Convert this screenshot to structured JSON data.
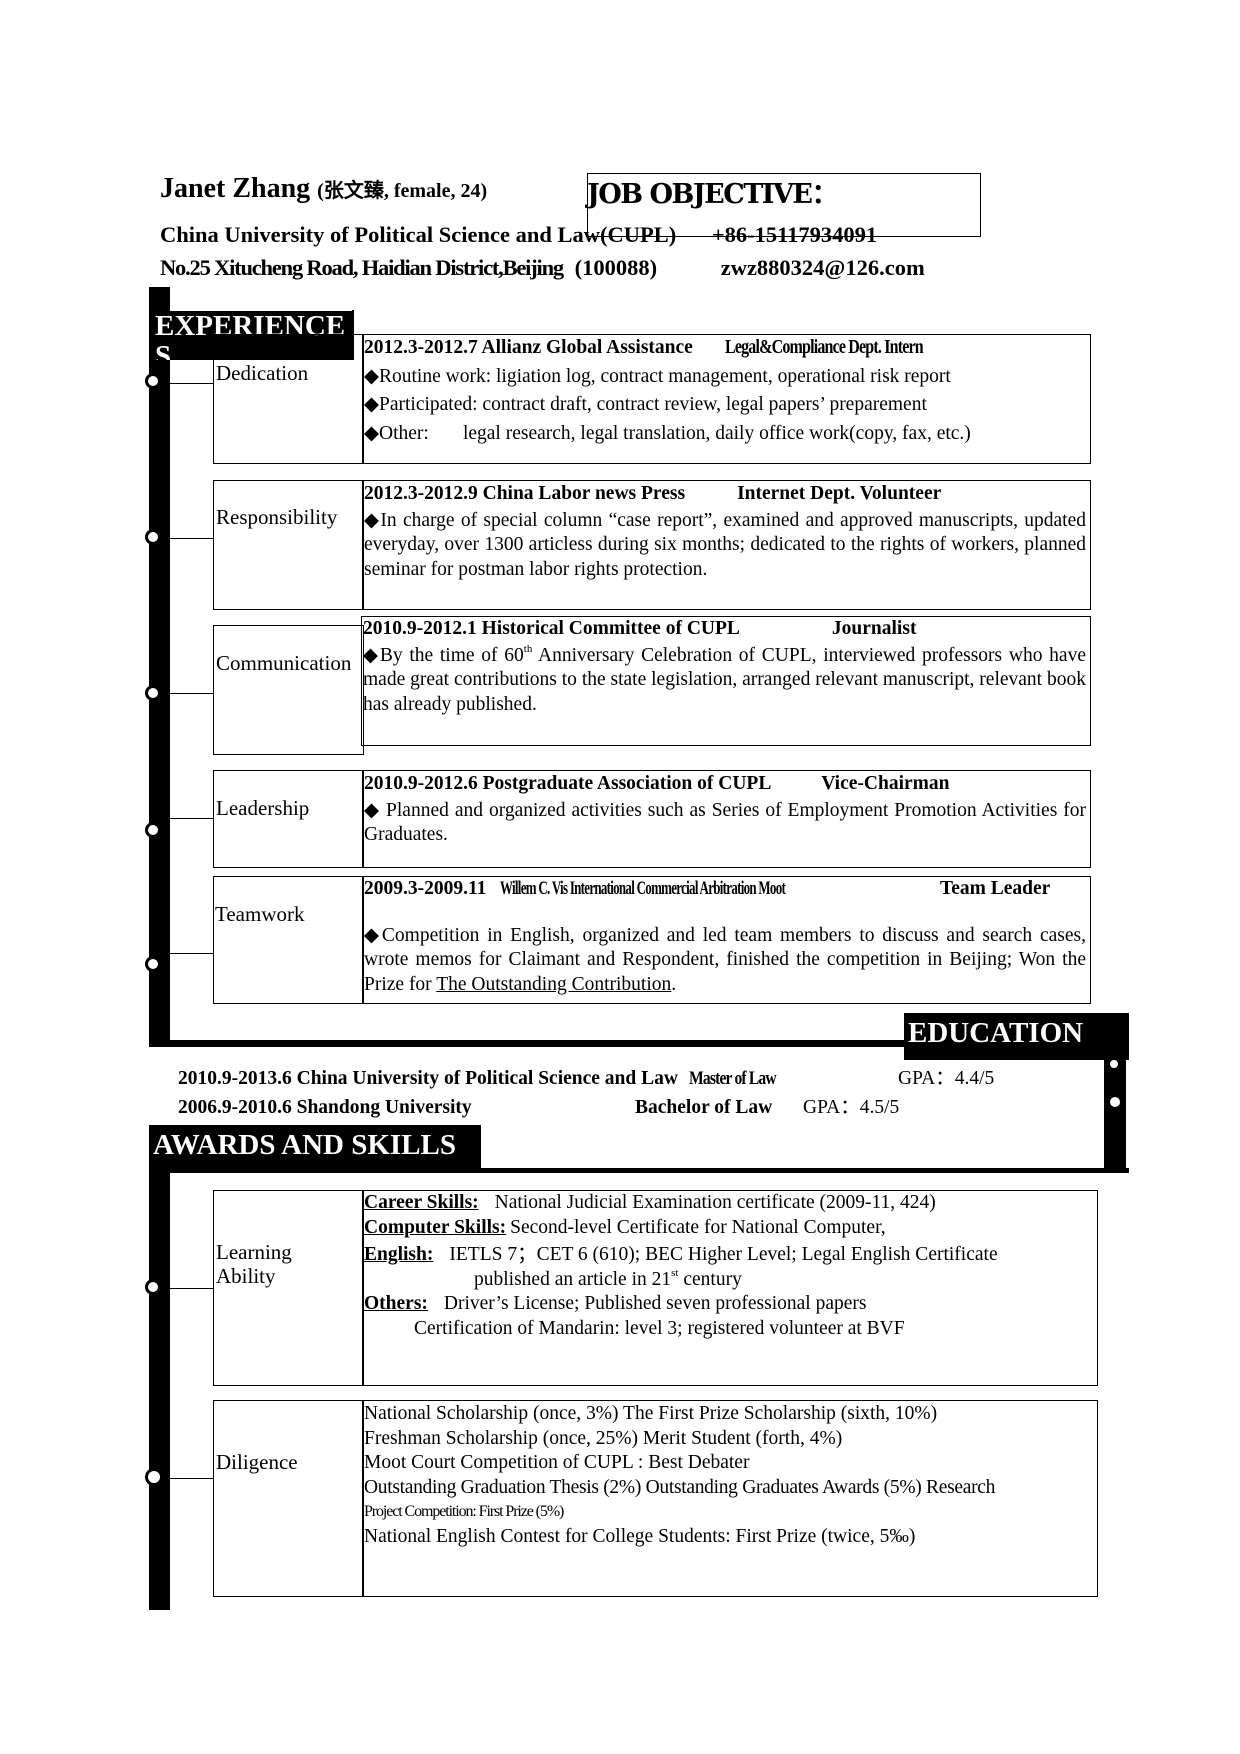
{
  "header": {
    "name": "Janet Zhang",
    "name_extra": "(张文臻, female, 24)",
    "job_objective": "JOB  OBJECTIVE：",
    "school": "China University of Political Science and Law(CUPL)",
    "phone": "+86-15117934091",
    "address": "No.25 Xitucheng Road, Haidian District,Beijing",
    "postcode": "(100088)",
    "email": "zwz880324@126.com"
  },
  "experience": {
    "heading": "EXPERIENCES",
    "items": [
      {
        "label": "Dedication",
        "date_org": "2012.3-2012.7  Allianz Global Assistance",
        "role": "Legal&Compliance Dept. Intern",
        "lines": [
          "◆Routine work: ligiation log, contract management, operational risk report",
          "◆Participated:  contract draft, contract review, legal papers’ preparement",
          "◆Other:       legal research, legal translation, daily office work(copy, fax, etc.)"
        ]
      },
      {
        "label": "Responsibility",
        "date_org": "2012.3-2012.9  China Labor news Press",
        "role": "Internet Dept. Volunteer",
        "text": "◆In charge of special column “case report”, examined and approved manuscripts, updated everyday, over 1300 articless during six months; dedicated to the rights of workers, planned seminar for postman labor rights protection."
      },
      {
        "label": "Communication",
        "date_org": "2010.9-2012.1  Historical Committee of CUPL",
        "role": "Journalist",
        "text_before": "◆By the time of 60",
        "text_sup": "th",
        "text_after": " Anniversary Celebration of CUPL, interviewed professors who have made great contributions to the state legislation, arranged relevant manuscript, relevant book has already published."
      },
      {
        "label": "Leadership",
        "date_org": "2010.9-2012.6  Postgraduate Association of CUPL",
        "role": "Vice-Chairman",
        "text": "◆ Planned and organized activities such as Series of Employment Promotion Activities for Graduates."
      },
      {
        "label": "Teamwork",
        "date": "2009.3-2009.11",
        "org": "Willem C. Vis International Commercial Arbitration Moot",
        "role": "Team Leader",
        "text_before": "◆Competition in English, organized and led team members to discuss and search cases, wrote memos for Claimant and Respondent, finished the competition in Beijing; Won the Prize for ",
        "text_link": "The Outstanding Contribution",
        "text_after": "."
      }
    ]
  },
  "education": {
    "heading": "EDUCATION",
    "rows": [
      {
        "date_school": "2010.9-2013.6  China University of Political Science and Law",
        "degree": "Master of Law",
        "gpa": "GPA：4.4/5"
      },
      {
        "date_school": "2006.9-2010.6  Shandong University",
        "degree": "Bachelor of Law",
        "gpa": "GPA：4.5/5"
      }
    ]
  },
  "awards": {
    "heading": "AWARDS AND SKILLS",
    "learning": {
      "label": "Learning Ability",
      "career_label": "Career Skills:",
      "career_text": "National Judicial Examination certificate (2009-11, 424)",
      "computer_label": "Computer Skills:",
      "computer_text": "Second-level Certificate for National Computer,",
      "english_label": "English:",
      "english_text": "IETLS 7；CET 6 (610); BEC Higher Level; Legal English Certificate",
      "english_text2_before": "published an article in 21",
      "english_text2_sup": "st",
      "english_text2_after": " century",
      "others_label": "Others:",
      "others_text": "Driver’s License; Published seven professional papers",
      "others_text2": "Certification of Mandarin: level 3; registered volunteer at BVF"
    },
    "diligence": {
      "label": "Diligence",
      "line1": "National Scholarship (once, 3%)  The First Prize Scholarship (sixth, 10%)",
      "line2": "Freshman Scholarship (once, 25%) Merit Student (forth, 4%)",
      "line3": "Moot Court Competition of CUPL : Best Debater",
      "line4": "Outstanding Graduation Thesis (2%)  Outstanding Graduates Awards (5%) Research",
      "line5": "Project Competition: First Prize (5%)",
      "line6": "National English Contest for College Students: First Prize (twice, 5‰)"
    }
  }
}
